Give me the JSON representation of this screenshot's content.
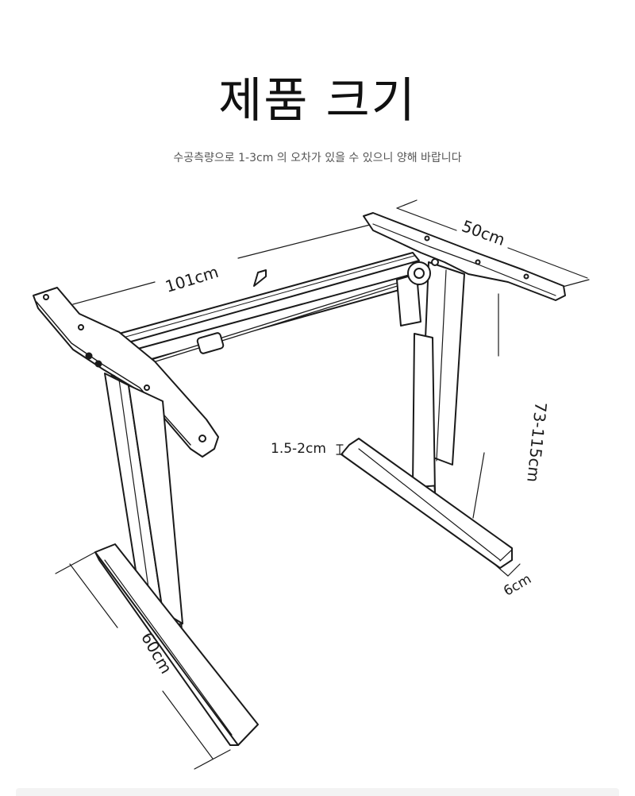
{
  "header": {
    "title": "제품 크기",
    "subtitle": "수공측량으로 1-3cm 의 오차가 있을 수 있으니 양해 바랍니다"
  },
  "dimensions": {
    "width": "101cm",
    "depth_top": "50cm",
    "height": "73-115cm",
    "foot_thickness": "1.5-2cm",
    "foot_width": "6cm",
    "foot_length": "60cm"
  }
}
